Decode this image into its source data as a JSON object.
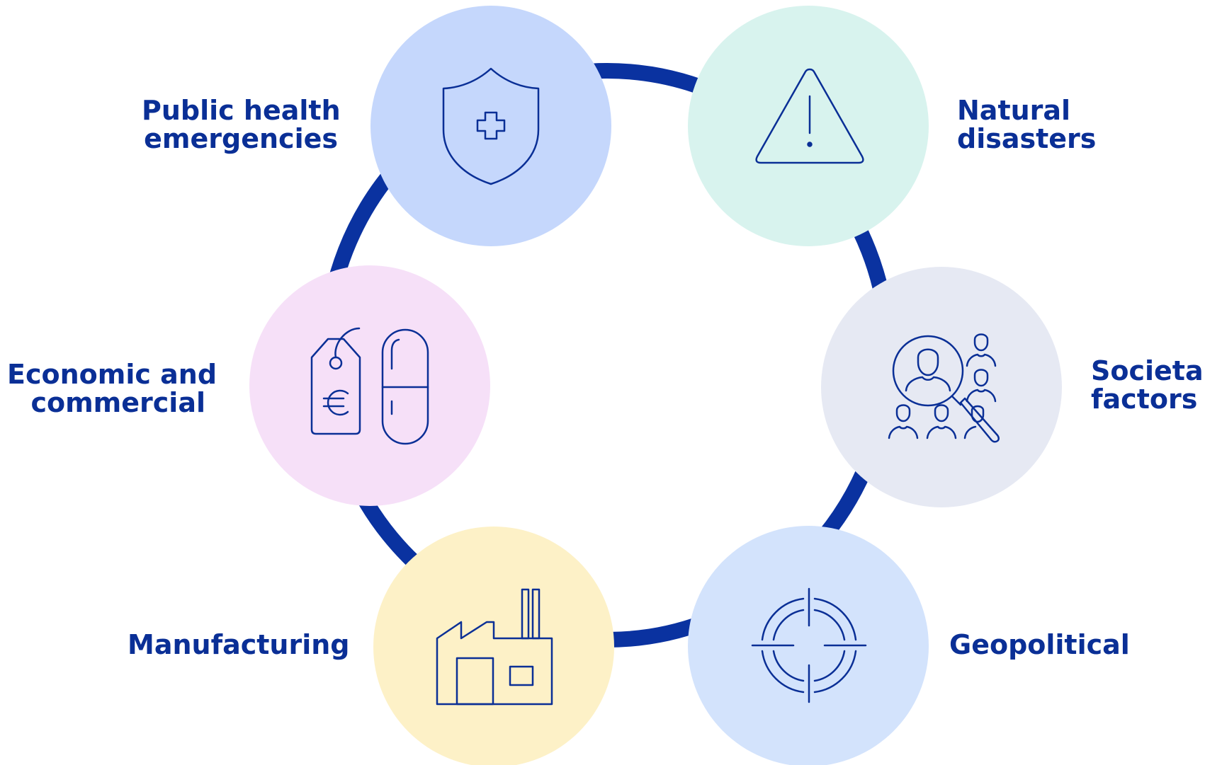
{
  "colors": {
    "ring": "#0a32a0",
    "icon_stroke": "#0a2f96",
    "label": "#0a2f96"
  },
  "risk_factors": [
    {
      "id": "public-health",
      "label_lines": [
        "Public health",
        "emergencies"
      ],
      "icon": "shield-cross-icon",
      "fill": "#c5d7fc"
    },
    {
      "id": "natural-disasters",
      "label_lines": [
        "Natural",
        "disasters"
      ],
      "icon": "warning-triangle-icon",
      "fill": "#d8f3ee"
    },
    {
      "id": "societal",
      "label_lines": [
        "Societal",
        "factors"
      ],
      "icon": "people-magnifier-icon",
      "fill": "#e6e9f3"
    },
    {
      "id": "geopolitical",
      "label_lines": [
        "Geopolitical"
      ],
      "icon": "crosshair-target-icon",
      "fill": "#d3e3fc"
    },
    {
      "id": "manufacturing",
      "label_lines": [
        "Manufacturing"
      ],
      "icon": "factory-icon",
      "fill": "#fdf1c7"
    },
    {
      "id": "economic",
      "label_lines": [
        "Economic and",
        "commercial"
      ],
      "icon": "price-tag-pill-icon",
      "fill": "#f6e0f8"
    }
  ]
}
